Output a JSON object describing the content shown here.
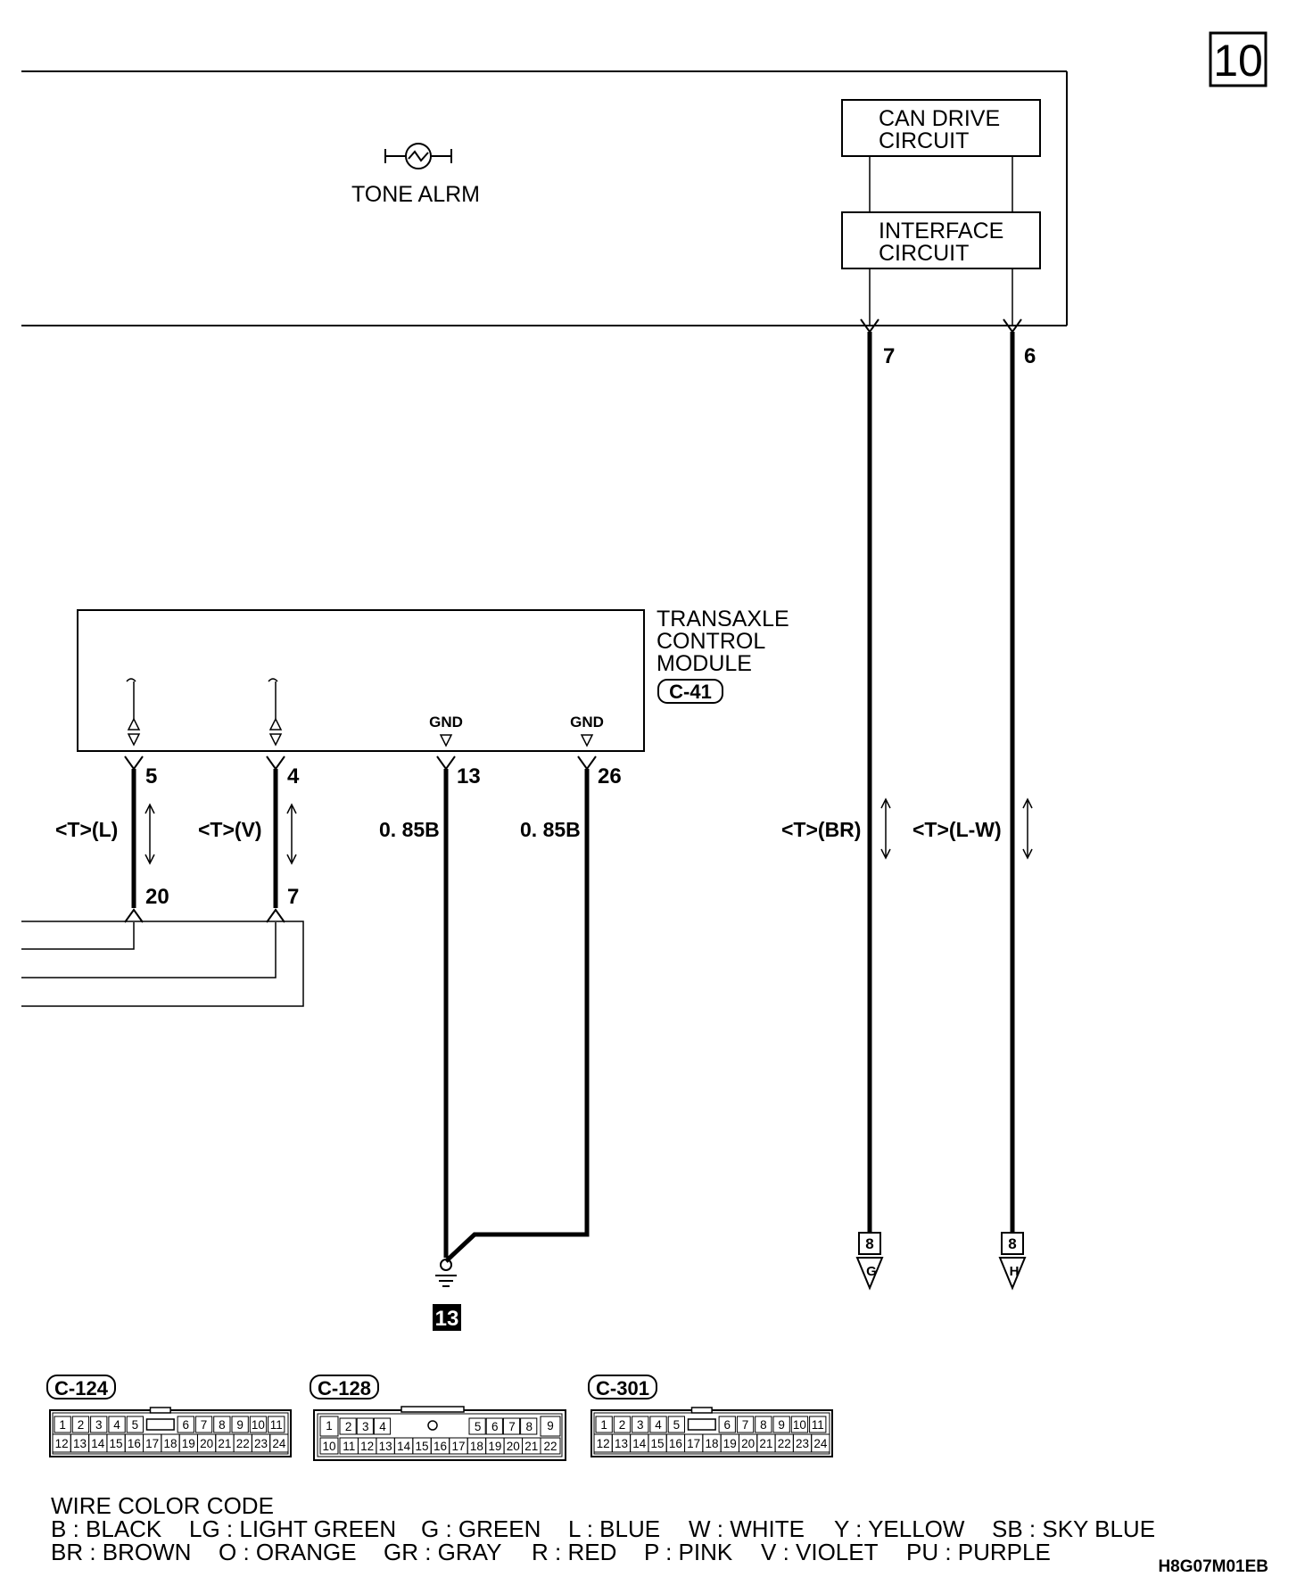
{
  "page_number": "10",
  "tone_alarm": {
    "label": "TONE ALRM"
  },
  "can_drive": {
    "line1": "CAN DRIVE",
    "line2": "CIRCUIT"
  },
  "interface": {
    "line1": "INTERFACE",
    "line2": "CIRCUIT"
  },
  "upper_pins": {
    "left": "7",
    "right": "6"
  },
  "tcm": {
    "line1": "TRANSAXLE",
    "line2": "CONTROL",
    "line3": "MODULE",
    "connector": "C-41",
    "gnd1": "GND",
    "gnd2": "GND",
    "pins": {
      "p5": "5",
      "p4": "4",
      "p13": "13",
      "p26": "26"
    }
  },
  "wires": {
    "w1": "<T>(L)",
    "w2": "<T>(V)",
    "w3": "0. 85B",
    "w4": "0. 85B",
    "w5": "<T>(BR)",
    "w6": "<T>(L-W)"
  },
  "lower_pins": {
    "p20": "20",
    "p7": "7"
  },
  "ground_ref": "13",
  "offpage": {
    "g": {
      "page": "8",
      "letter": "G"
    },
    "h": {
      "page": "8",
      "letter": "H"
    }
  },
  "connectors": {
    "c124": {
      "label": "C-124",
      "top": [
        "1",
        "2",
        "3",
        "4",
        "5",
        "6",
        "7",
        "8",
        "9",
        "10",
        "11"
      ],
      "bottom": [
        "12",
        "13",
        "14",
        "15",
        "16",
        "17",
        "18",
        "19",
        "20",
        "21",
        "22",
        "23",
        "24"
      ]
    },
    "c128": {
      "label": "C-128",
      "top": [
        "1",
        "2",
        "3",
        "4",
        "5",
        "6",
        "7",
        "8",
        "9"
      ],
      "bottom": [
        "10",
        "11",
        "12",
        "13",
        "14",
        "15",
        "16",
        "17",
        "18",
        "19",
        "20",
        "21",
        "22"
      ]
    },
    "c301": {
      "label": "C-301",
      "top": [
        "1",
        "2",
        "3",
        "4",
        "5",
        "6",
        "7",
        "8",
        "9",
        "10",
        "11"
      ],
      "bottom": [
        "12",
        "13",
        "14",
        "15",
        "16",
        "17",
        "18",
        "19",
        "20",
        "21",
        "22",
        "23",
        "24"
      ]
    }
  },
  "legend": {
    "title": "WIRE COLOR CODE",
    "row1": [
      "B : BLACK",
      "LG : LIGHT GREEN",
      "G : GREEN",
      "L : BLUE",
      "W : WHITE",
      "Y : YELLOW",
      "SB : SKY BLUE"
    ],
    "row2": [
      "BR : BROWN",
      "O : ORANGE",
      "GR : GRAY",
      "R : RED",
      "P : PINK",
      "V : VIOLET",
      "PU : PURPLE"
    ]
  },
  "figure_code": "H8G07M01EB"
}
